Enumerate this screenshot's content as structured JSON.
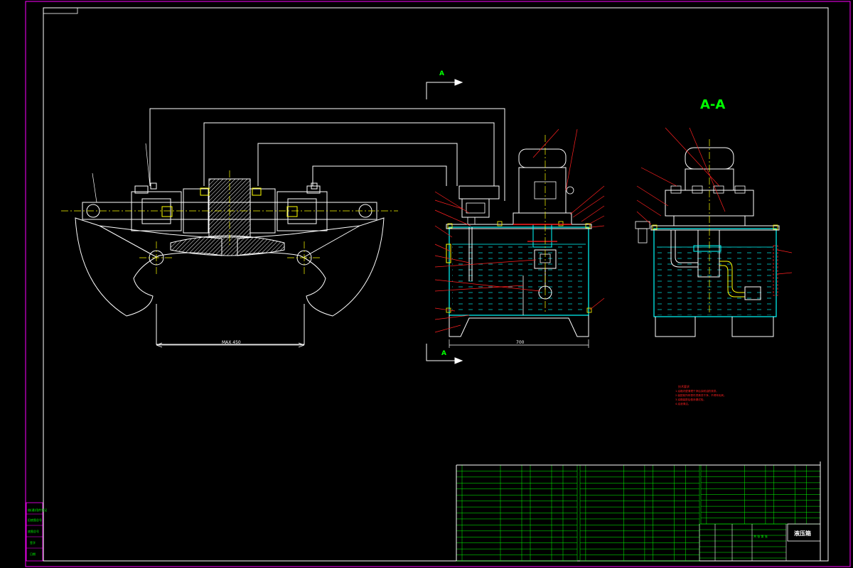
{
  "section_marks": {
    "upper_arrow": "A",
    "lower_arrow": "A",
    "section_view_title": "A-A"
  },
  "dimensions": {
    "jaw_opening": "MAX 450",
    "tank_width": "700"
  },
  "technical_requirements": {
    "heading": "技术要求",
    "lines": [
      "1.油箱内壁清理干净后涂耐油防锈漆。",
      "2.装配前所有零件须清洗干净，不得有毛刺。",
      "3.油箱装配后做渗漏试验。",
      "4.油液清洁。"
    ]
  },
  "title_block": {
    "drawing_title": "液压箱",
    "sheet_note": "共 张  第 张"
  },
  "left_margin_block": [
    "借(通)用件登记",
    "旧底图总号",
    "底图总号",
    "签字",
    "日期"
  ],
  "colors": {
    "background": "#000000",
    "frame": "#ff00ff",
    "outline": "#ffffff",
    "oil": "#00bcbc",
    "leader": "#ff2020",
    "center": "#ffff00",
    "table": "#00ff00",
    "cyan": "#00ffff"
  }
}
